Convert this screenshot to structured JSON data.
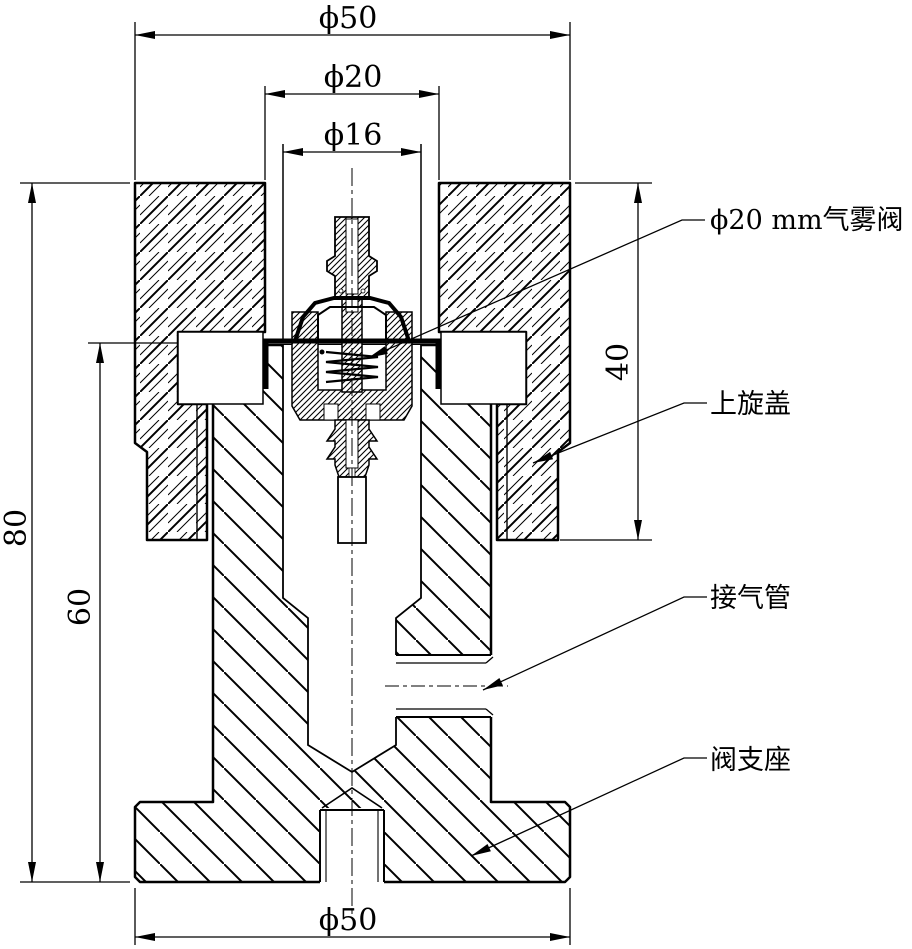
{
  "page": {
    "background": "#ffffff",
    "line_color": "#000000"
  },
  "drawing": {
    "type": "technical-section-drawing",
    "dimensions": {
      "top_diameter": "ϕ50",
      "valve_cup_diameter": "ϕ20",
      "bore_diameter": "ϕ16",
      "cap_height": "40",
      "overall_height": "80",
      "body_height": "60",
      "base_diameter": "ϕ50"
    },
    "labels": {
      "valve": "ϕ20 mm气雾阀",
      "cap": "上旋盖",
      "air_pipe": "接气管",
      "base": "阀支座"
    }
  }
}
